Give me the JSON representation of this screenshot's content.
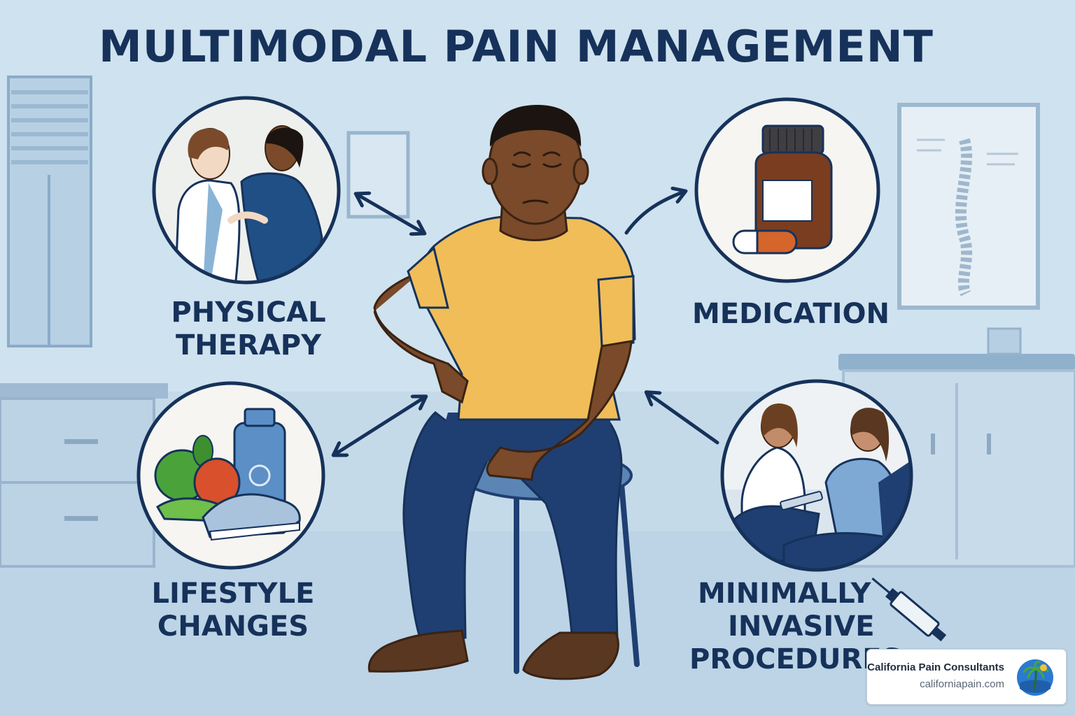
{
  "title": "MULTIMODAL PAIN MANAGEMENT",
  "nodes": {
    "physical_therapy": [
      "PHYSICAL",
      "THERAPY"
    ],
    "medication": [
      "MEDICATION"
    ],
    "lifestyle_changes": [
      "LIFESTYLE",
      "CHANGES"
    ],
    "minimally_invasive": [
      "MINIMALLY",
      "INVASIVE",
      "PROCEDURES"
    ]
  },
  "brand": {
    "name": "California Pain Consultants",
    "url": "californiapain.com"
  },
  "icons": [
    "clinician-patient-icon",
    "pill-bottle-icon",
    "healthy-lifestyle-icon",
    "doctor-consultation-icon",
    "syringe-icon",
    "palm-tree-logo-icon"
  ],
  "colors": {
    "background": "#cfe2ef",
    "text": "#16325a",
    "shirt": "#f0bd58",
    "pants": "#1f3f72",
    "skin": "#7a4a2a"
  }
}
